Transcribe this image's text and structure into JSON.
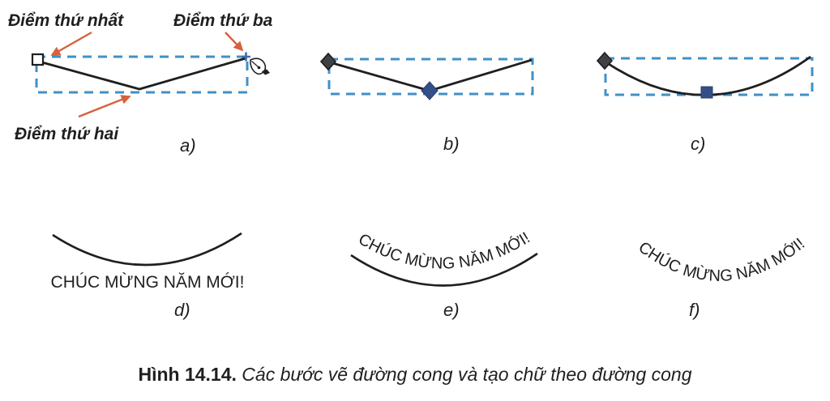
{
  "colors": {
    "accent_orange": "#d6613e",
    "selection_blue": "#4190c6",
    "node_navy": "#344f88",
    "node_gray": "#404145",
    "ink_black": "#1f1f21",
    "plus_blue": "#3c6eb0"
  },
  "panels": {
    "a": {
      "letter": "a)",
      "annotations": {
        "first_point": "Điểm thứ nhất",
        "second_point": "Điểm thứ hai",
        "third_point": "Điểm thứ ba"
      }
    },
    "b": {
      "letter": "b)"
    },
    "c": {
      "letter": "c)"
    },
    "d": {
      "letter": "d)",
      "curve_text": "CHÚC MỪNG NĂM MỚI!"
    },
    "e": {
      "letter": "e)",
      "curve_text": "CHÚC MỪNG NĂM MỚI!"
    },
    "f": {
      "letter": "f)",
      "curve_text": "CHÚC MỪNG NĂM MỚI!"
    }
  },
  "caption": {
    "figure_label": "Hình 14.14.",
    "description": "Các bước vẽ đường cong và tạo chữ theo đường cong"
  }
}
